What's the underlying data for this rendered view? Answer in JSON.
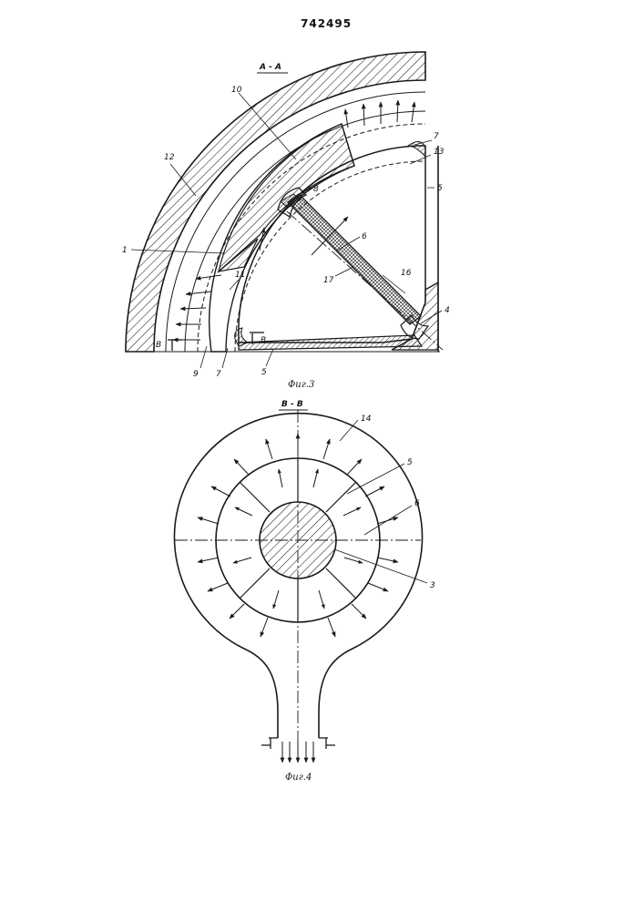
{
  "patent_number": "742495",
  "figure3": {
    "section_label": "А - А",
    "caption": "Фиг.3",
    "labels": {
      "n1": "1",
      "n4": "4",
      "n5a": "5",
      "n5b": "5",
      "n6": "6",
      "n7a": "7",
      "n7b": "7",
      "n8": "8",
      "n9": "9",
      "n10": "10",
      "n11": "11",
      "n12": "12",
      "n13": "13",
      "n16": "16",
      "n17": "17",
      "cut_left": "B",
      "cut_right": "B"
    }
  },
  "figure4": {
    "section_label": "В - В",
    "caption": "Фиг.4",
    "labels": {
      "n14": "14",
      "n5": "5",
      "n6": "6",
      "n3": "3"
    }
  },
  "colors": {
    "ink": "#1a1a1a",
    "paper": "#ffffff"
  }
}
